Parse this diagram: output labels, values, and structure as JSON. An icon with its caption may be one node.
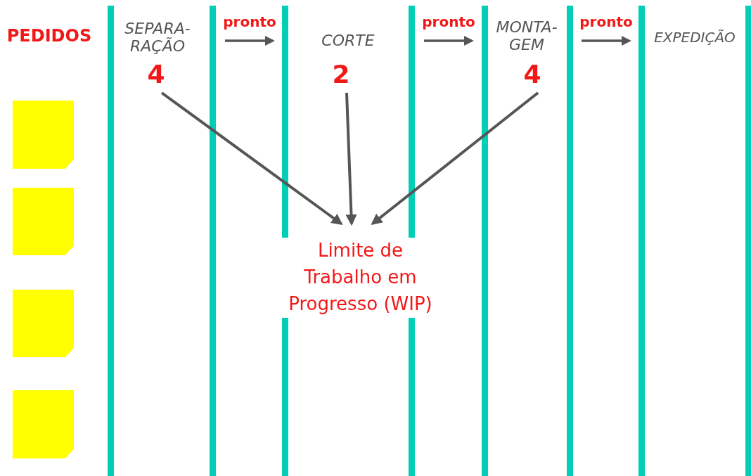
{
  "diagram": {
    "nodes": [
      {
        "text": [
          "4"
        ]
      },
      {
        "text": [
          "2"
        ]
      },
      {
        "text": [
          "4"
        ]
      },
      {
        "text": [
          "Limite de Trabalho em Progresso (WIP)"
        ]
      },
      {
        "text": [],
        "shape": "box"
      },
      {
        "text": [],
        "shape": "box"
      },
      {
        "text": [],
        "shape": "box"
      },
      {
        "text": [],
        "shape": "box"
      }
    ],
    "edges": [
      {
        "from": 0,
        "to": 3,
        "arrow": "to"
      },
      {
        "from": 1,
        "to": 3,
        "arrow": "to"
      },
      {
        "from": 2,
        "to": 3,
        "arrow": "to"
      }
    ],
    "labels": [
      "PEDIDOS",
      "SEPARA- RAÇÃO",
      "pronto",
      "CORTE",
      "pronto",
      "MONTA- GEM",
      "pronto",
      "EXPEDIÇÃO"
    ]
  }
}
